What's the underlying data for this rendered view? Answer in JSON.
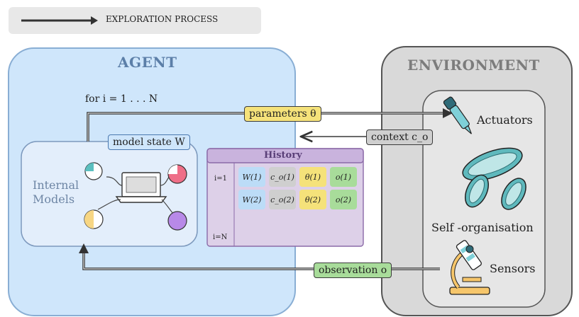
{
  "legend": {
    "arrow_label": "EXPLORATION PROCESS"
  },
  "agent": {
    "title": "AGENT",
    "loop_label": "for i = 1 . . . N",
    "model_state_label": "model state W",
    "internal_models_label": "Internal Models"
  },
  "environment": {
    "title": "ENVIRONMENT",
    "actuators_label": "Actuators",
    "self_org_label": "Self -organisation",
    "sensors_label": "Sensors"
  },
  "flows": {
    "parameters_label": "parameters θ",
    "context_label": "context c_o",
    "observation_label": "observation o"
  },
  "history": {
    "title": "History",
    "row_first": "i=1",
    "row_last": "i=N",
    "rows": [
      [
        "W(1)",
        "c_o(1)",
        "θ(1)",
        "o(1)"
      ],
      [
        "W(2)",
        "c_o(2)",
        "θ(2)",
        "o(2)"
      ]
    ]
  },
  "colors": {
    "agent_bg": "#cfe6fb",
    "env_bg": "#dcdcdc",
    "params": "#f5e27a",
    "context": "#cfcfcf",
    "observation": "#a8dc9a",
    "history_bg": "#ddd0e8",
    "history_title_bg": "#c9b3dd",
    "W": "#bcdcf7",
    "pink": "#ef6f88",
    "teal": "#5bbfbf",
    "purple": "#b889e8",
    "yellow": "#f7d683"
  }
}
